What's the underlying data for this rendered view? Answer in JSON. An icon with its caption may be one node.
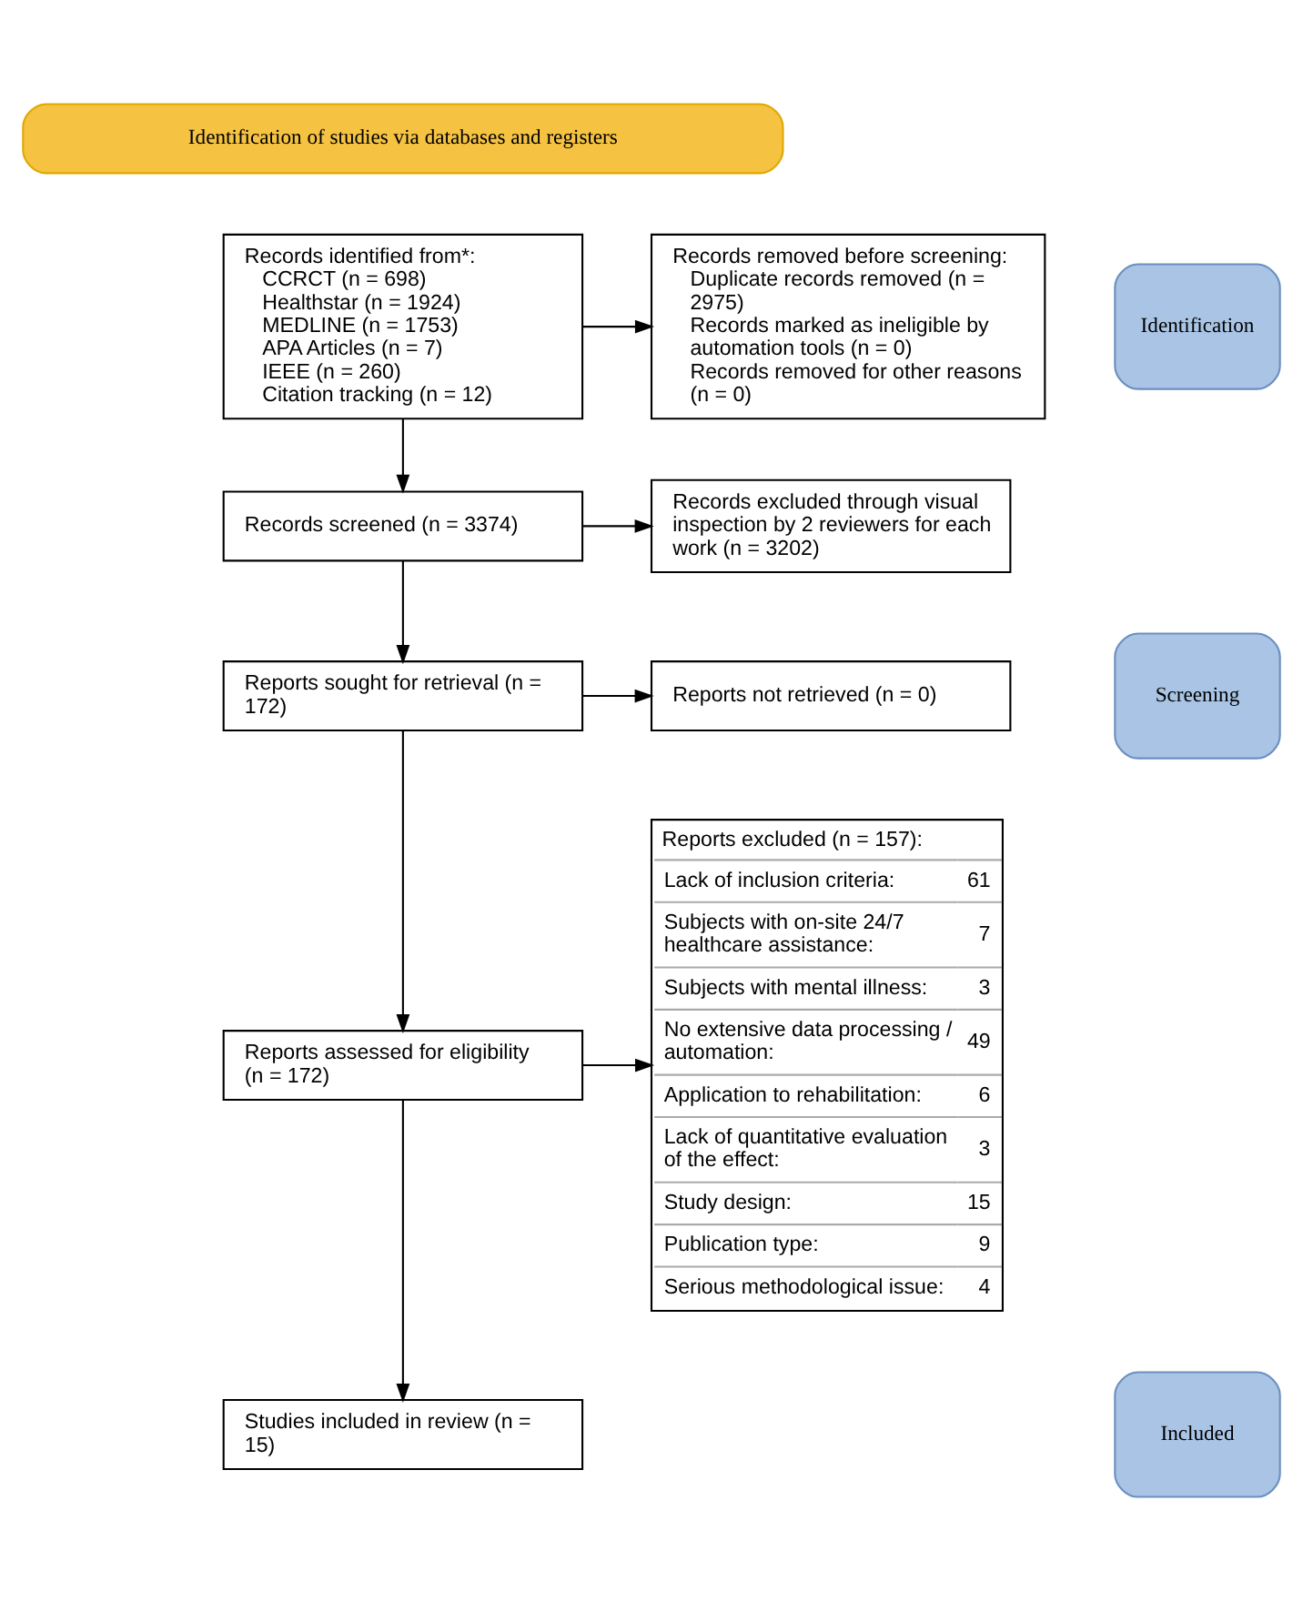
{
  "diagram": {
    "nodes": [
      {
        "text": [
          "Identification of studies via databases and registers"
        ]
      },
      {
        "text": [
          "Identification"
        ]
      },
      {
        "text": [
          "Records identified from*:",
          "CCRCT (n = 698)",
          "Healthstar (n = 1924)",
          "MEDLINE (n = 1753)",
          "APA Articles (n = 7)",
          "IEEE (n = 260)",
          "Citation tracking (n = 12)"
        ]
      },
      {
        "text": [
          "Records removed before screening:",
          "Duplicate records removed (n = 2975)",
          "Records marked as ineligible by automation tools (n = 0)",
          "Records removed for other reasons (n = 0)"
        ]
      },
      {
        "text": [
          "Screening"
        ]
      },
      {
        "text": [
          "Records screened (n = 3374)"
        ]
      },
      {
        "text": [
          "Records excluded through visual inspection by 2 reviewers for each work (n = 3202)"
        ]
      },
      {
        "text": [
          "Reports sought for retrieval (n = 172)"
        ]
      },
      {
        "text": [
          "Reports not retrieved (n = 0)"
        ]
      },
      {
        "text": [
          "Reports assessed for eligibility (n = 172)"
        ]
      },
      {
        "text": [
          "Reports excluded (n = 157):",
          "Lack of inclusion criteria:",
          "61",
          "Subjects with on-site 24/7 healthcare assistance:",
          "7",
          "Subjects with mental illness:",
          "3",
          "No extensive data processing / automation:",
          "49",
          "Application to rehabilitation:",
          "6",
          "Lack of quantitative evaluation of the effect:",
          "3",
          "Study design:",
          "15",
          "Publication type:",
          "9",
          "Serious methodological issue:",
          "4"
        ]
      },
      {
        "text": [
          "Included"
        ]
      },
      {
        "text": [
          "Studies included in review (n = 15)"
        ]
      }
    ],
    "edges": [
      {
        "from": 2,
        "to": 5,
        "arrow": "to"
      },
      {
        "from": 2,
        "to": 3,
        "arrow": "to"
      },
      {
        "from": 5,
        "to": 6,
        "arrow": "to"
      },
      {
        "from": 5,
        "to": 7,
        "arrow": "to"
      },
      {
        "from": 7,
        "to": 8,
        "arrow": "to"
      },
      {
        "from": 7,
        "to": 9,
        "arrow": "to"
      },
      {
        "from": 9,
        "to": 10,
        "arrow": "to"
      },
      {
        "from": 9,
        "to": 12,
        "arrow": "to"
      }
    ]
  }
}
